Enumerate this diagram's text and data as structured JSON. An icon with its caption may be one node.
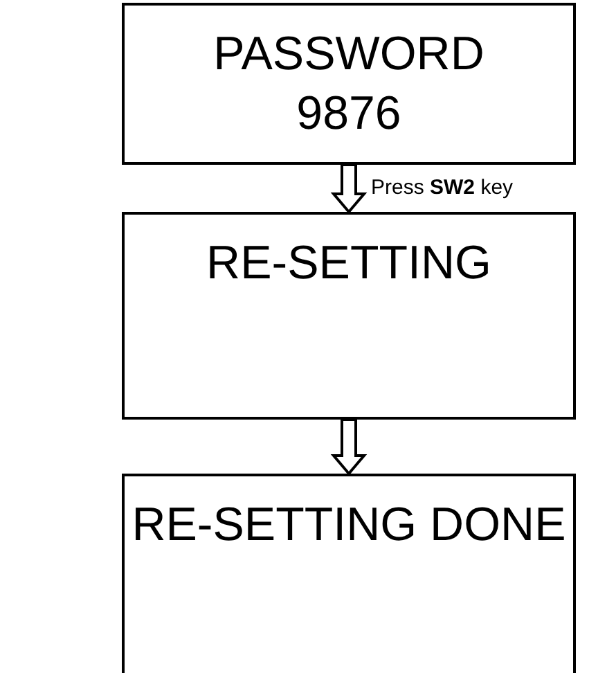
{
  "diagram": {
    "nodes": [
      {
        "text": [
          "PASSWORD 9876"
        ]
      },
      {
        "text": [
          "RE-SETTING"
        ]
      },
      {
        "text": [
          "RE-SETTING DONE"
        ]
      }
    ],
    "edges": [
      {
        "from": 0,
        "to": 1,
        "arrow": "to",
        "label": "Press **SW2** key"
      },
      {
        "from": 1,
        "to": 2,
        "arrow": "to"
      }
    ]
  }
}
